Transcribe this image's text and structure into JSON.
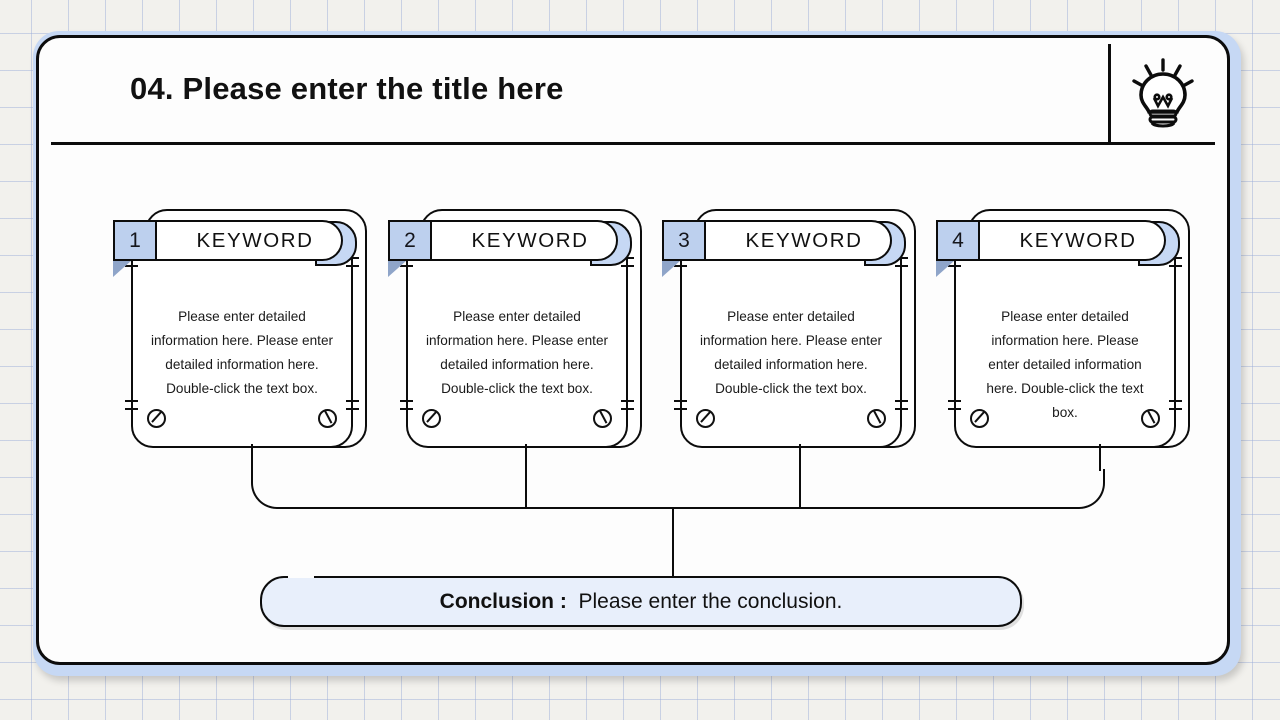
{
  "header": {
    "title_number": "04.",
    "title_text": " Please enter the title here",
    "icon": "lightbulb-icon"
  },
  "cards": [
    {
      "number": "1",
      "keyword": "KEYWORD",
      "body": "Please enter detailed information here. Please enter detailed information here. Double-click the text box."
    },
    {
      "number": "2",
      "keyword": "KEYWORD",
      "body": "Please enter detailed information here. Please enter detailed information here. Double-click the text box."
    },
    {
      "number": "3",
      "keyword": "KEYWORD",
      "body": "Please enter detailed information here. Please enter detailed information here. Double-click the text box."
    },
    {
      "number": "4",
      "keyword": "KEYWORD",
      "body": "Please enter detailed information here. Please enter detailed information here. Double-click the text box."
    }
  ],
  "conclusion": {
    "label": "Conclusion :",
    "text": "Please enter the conclusion."
  },
  "colors": {
    "accent_blue": "#bdd0ee",
    "frame_blue": "#c6d8f4",
    "conclusion_fill": "#e8effb",
    "ink": "#0c0c0c",
    "page_bg": "#f2f1ed"
  }
}
